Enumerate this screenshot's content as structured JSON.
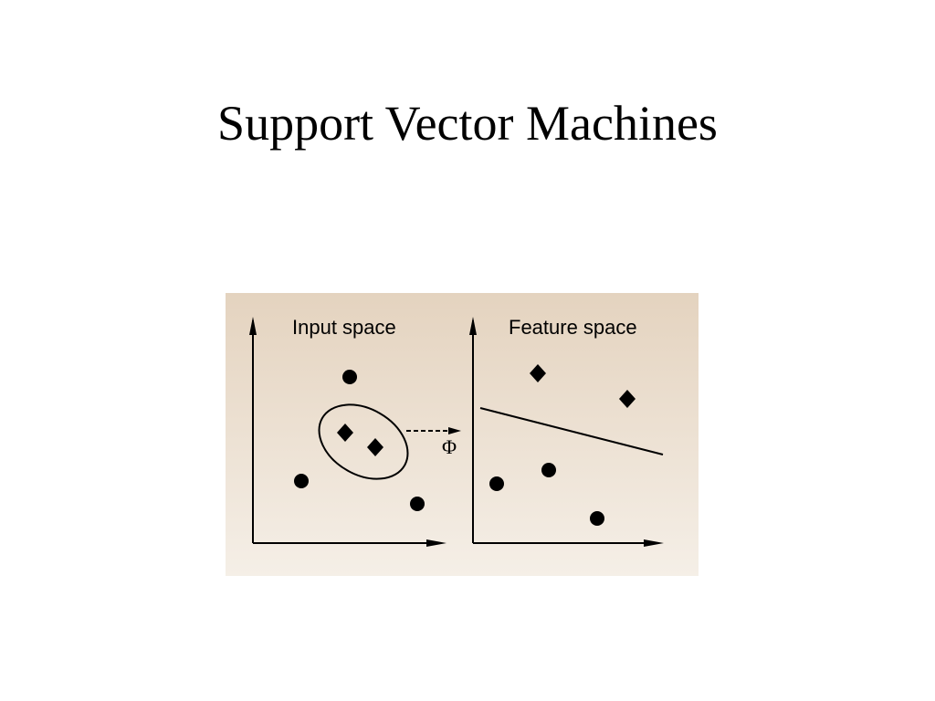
{
  "slide": {
    "title": "Support Vector Machines"
  },
  "figure": {
    "background_top": "#e4d3bf",
    "background_bottom": "#f5efe7",
    "ink_color": "#000000",
    "input_panel": {
      "label": "Input space"
    },
    "mapping": {
      "symbol": "Φ"
    },
    "feature_panel": {
      "label": "Feature space"
    }
  }
}
